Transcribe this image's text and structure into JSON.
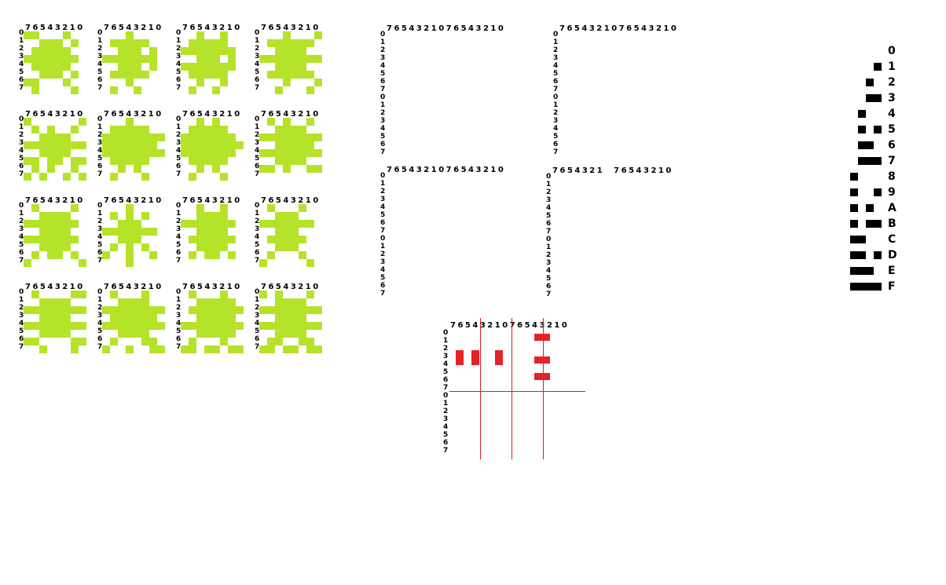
{
  "colors": {
    "sprite": "#b5e32a",
    "red": "#e42229",
    "ink": "#000000"
  },
  "small_grid": {
    "col_label": "76543210",
    "row_label": "0\n1\n2\n3\n4\n5\n6\n7"
  },
  "big_grids": {
    "col_label_a": "7654321076543210",
    "col_label_b": "7654321076543210",
    "col_label_c": "7654321076543210",
    "col_label_d": "7654321  76543210",
    "row_label": "0\n1\n2\n3\n4\n5\n6\n7\n0\n1\n2\n3\n4\n5\n6\n7"
  },
  "red_grid": {
    "col_label": "7654321076543210",
    "row_label": "0\n1\n2\n3\n4\n5\n6\n7\n0\n1\n2\n3\n4\n5\n6\n7"
  },
  "legend": [
    "0",
    "1",
    "2",
    "3",
    "4",
    "5",
    "6",
    "7",
    "8",
    "9",
    "A",
    "B",
    "C",
    "D",
    "E",
    "F"
  ]
}
